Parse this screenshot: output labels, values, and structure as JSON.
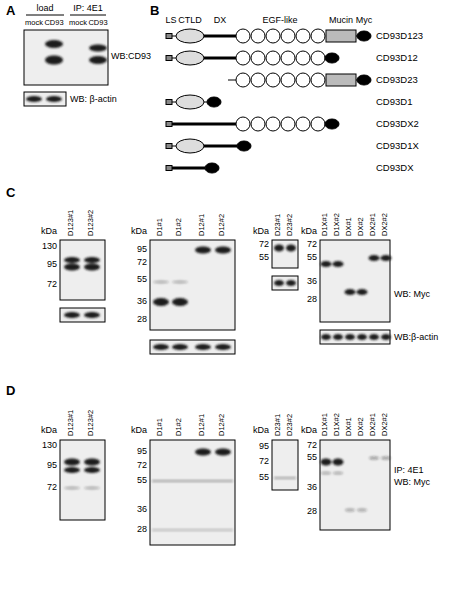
{
  "diagram": {
    "labels": [
      "A",
      "load",
      "IP: 4E1",
      "mock",
      "CD93",
      "mock",
      "CD93",
      "WB:CD93",
      "WB: β-actin",
      "B",
      "LS",
      "CTLD",
      "DX",
      "EGF-like",
      "Mucin",
      "Myc",
      "CD93D123",
      "CD93D12",
      "CD93D23",
      "CD93D1",
      "CD93DX2",
      "CD93D1X",
      "CD93DX",
      "C",
      "D123#1",
      "D123#2",
      "kDa",
      "130",
      "95",
      "72",
      "D1#1",
      "D1#2",
      "D12#1",
      "D12#2",
      "kDa",
      "95",
      "72",
      "55",
      "36",
      "28",
      "D23#1",
      "D23#2",
      "kDa",
      "72",
      "55",
      "D1X#1",
      "D1X#2",
      "DX#1",
      "DX#2",
      "DX2#1",
      "DX2#2",
      "kDa",
      "72",
      "55",
      "36",
      "28",
      "WB: Myc",
      "WB:β-actin",
      "D",
      "D123#1",
      "D123#2",
      "kDa",
      "130",
      "95",
      "72",
      "D1#1",
      "D1#2",
      "D12#1",
      "D12#2",
      "kDa",
      "95",
      "72",
      "55",
      "36",
      "28",
      "D23#1",
      "D23#2",
      "kDa",
      "95",
      "72",
      "55",
      "D1X#1",
      "D1X#2",
      "DX#1",
      "DX#2",
      "DX2#1",
      "DX2#2",
      "kDa",
      "72",
      "55",
      "36",
      "28",
      "IP: 4E1",
      "WB: Myc"
    ]
  }
}
